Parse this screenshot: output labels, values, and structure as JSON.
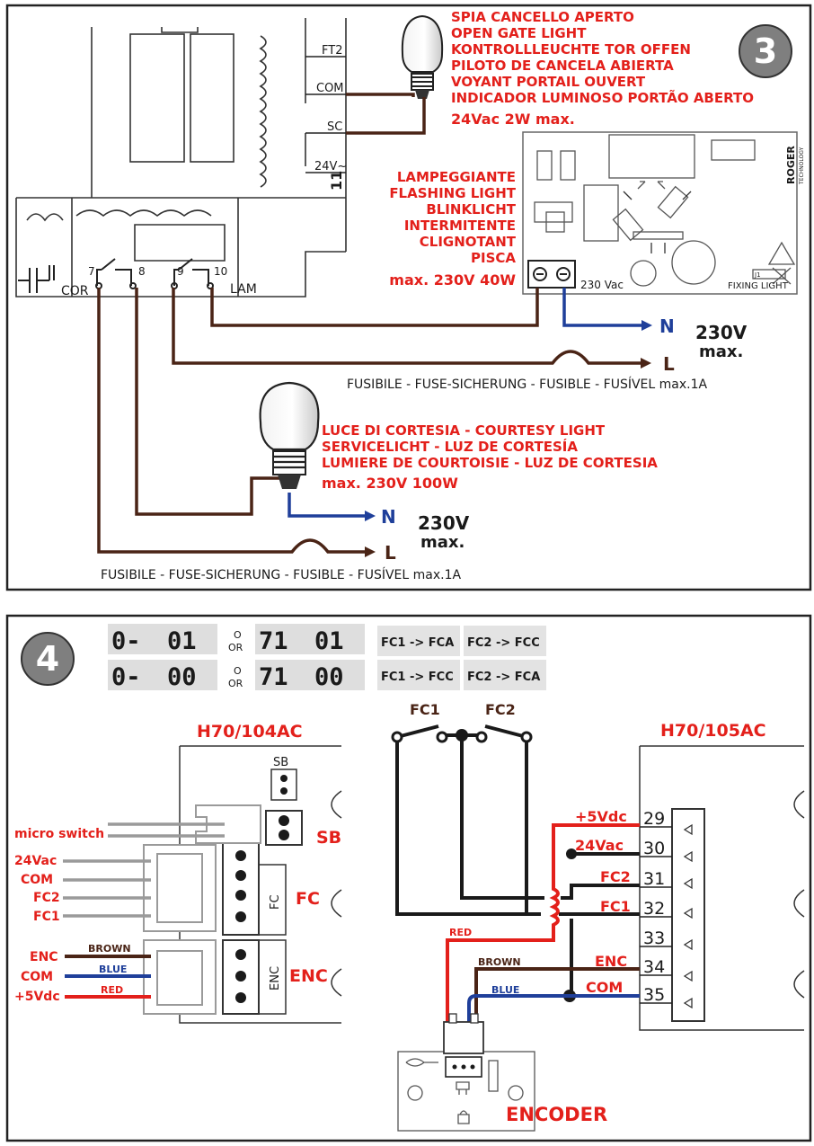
{
  "colors": {
    "red": "#e3201b",
    "brown": "#4a2416",
    "blue": "#1f3f9a",
    "black": "#1a1a1a",
    "grey": "#9a9a9a",
    "badge": "#7f7f7f"
  },
  "s3": {
    "badge": "3",
    "pilot_lines": [
      "SPIA CANCELLO APERTO",
      "OPEN GATE LIGHT",
      "KONTROLLLEUCHTE TOR OFFEN",
      "PILOTO DE CANCELA ABIERTA",
      "VOYANT PORTAIL OUVERT",
      "INDICADOR LUMINOSO PORTÃO ABERTO"
    ],
    "pilot_rating": "24Vac 2W max.",
    "flash_lines": [
      "LAMPEGGIANTE",
      "FLASHING LIGHT",
      "BLINKLICHT",
      "INTERMITENTE",
      "CLIGNOTANT",
      "PISCA"
    ],
    "flash_rating": "max. 230V 40W",
    "courtesy_lines": [
      "LUCE DI CORTESIA - COURTESY LIGHT",
      "SERVICELICHT - LUZ DE CORTESÍA",
      "LUMIERE DE COURTOISIE - LUZ DE CORTESIA"
    ],
    "courtesy_rating": "max. 230V 100W",
    "terminals": {
      "ft2": "FT2",
      "com": "COM",
      "sc": "SC",
      "v24": "24V~",
      "t11": "11",
      "t7": "7",
      "cor": "COR",
      "t8": "8",
      "t9": "9",
      "t10": "10",
      "lam": "LAM"
    },
    "board": {
      "brand1": "ROGER",
      "brand2": "TECHNOLOGY",
      "v230": "230 Vac",
      "fixing": "FIXING LIGHT",
      "j1": "J1"
    },
    "n": "N",
    "l": "L",
    "v230": "230V",
    "max": "max.",
    "fuse": "FUSIBILE - FUSE-SICHERUNG - FUSIBLE - FUSÍVEL max.1A"
  },
  "s4": {
    "badge": "4",
    "displays": [
      [
        "0-",
        "01",
        "71",
        "01"
      ],
      [
        "0-",
        "00",
        "71",
        "00"
      ]
    ],
    "or_word": "OR",
    "o_word": "O",
    "fc_rows": [
      [
        "FC1 -> FCA",
        "FC2 -> FCC"
      ],
      [
        "FC1 -> FCC",
        "FC2 -> FCA"
      ]
    ],
    "left_title": "H70/104AC",
    "right_title": "H70/105AC",
    "left_labels": {
      "micro": "micro switch",
      "v24": "24Vac",
      "com": "COM",
      "fc2": "FC2",
      "fc1": "FC1",
      "enc": "ENC",
      "com2": "COM",
      "v5": "+5Vdc"
    },
    "wire_labels": {
      "brown": "BROWN",
      "blue": "BLUE",
      "red": "RED"
    },
    "conn_labels": {
      "sb_small": "SB",
      "sb": "SB",
      "fc_small": "FC",
      "fc": "FC",
      "enc_small": "ENC",
      "enc": "ENC"
    },
    "switch_labels": {
      "fc1": "FC1",
      "fc2": "FC2"
    },
    "terminal_labels": {
      "v5": "+5Vdc",
      "v24": "24Vac",
      "fc2": "FC2",
      "fc1": "FC1",
      "enc": "ENC",
      "com": "COM"
    },
    "terminal_numbers": [
      "29",
      "30",
      "31",
      "32",
      "33",
      "34",
      "35"
    ],
    "enc_wire_labels": {
      "red": "RED",
      "brown": "BROWN",
      "blue": "BLUE"
    },
    "encoder": "ENCODER"
  }
}
